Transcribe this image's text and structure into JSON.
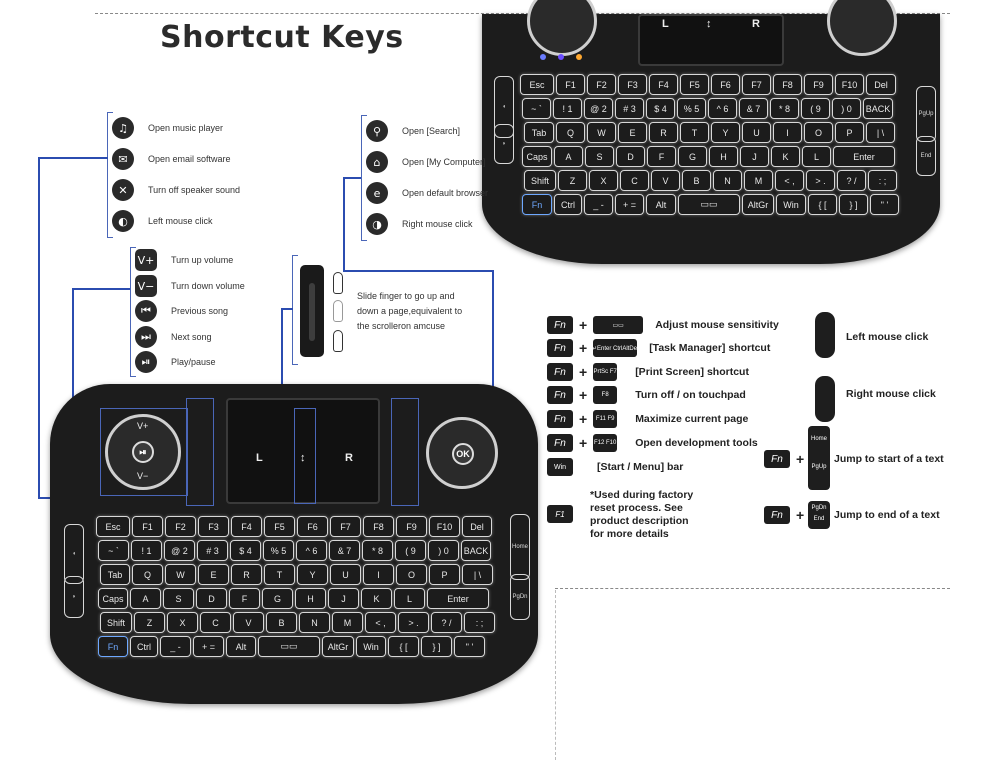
{
  "title": "Shortcut Keys",
  "media_keys": [
    {
      "icon": "music-icon",
      "glyph": "♫",
      "label": "Open music player"
    },
    {
      "icon": "mail-icon",
      "glyph": "✉",
      "label": "Open email software"
    },
    {
      "icon": "mute-icon",
      "glyph": "✕",
      "label": "Turn off speaker sound"
    },
    {
      "icon": "mouse-left-icon",
      "glyph": "◐",
      "label": "Left mouse click"
    }
  ],
  "system_keys": [
    {
      "icon": "search-icon",
      "glyph": "⚲",
      "label": "Open [Search]"
    },
    {
      "icon": "home-icon",
      "glyph": "⌂",
      "label": "Open [My Computer]"
    },
    {
      "icon": "browser-icon",
      "glyph": "e",
      "label": "Open default browser"
    },
    {
      "icon": "mouse-right-icon",
      "glyph": "◑",
      "label": "Right mouse click"
    }
  ],
  "volume_keys": [
    {
      "icon": "volume-up-icon",
      "glyph": "V+",
      "label": "Turn up volume"
    },
    {
      "icon": "volume-down-icon",
      "glyph": "V−",
      "label": "Turn down volume"
    },
    {
      "icon": "previous-icon",
      "glyph": "⏮",
      "label": "Previous song"
    },
    {
      "icon": "next-icon",
      "glyph": "⏭",
      "label": "Next song"
    },
    {
      "icon": "play-pause-icon",
      "glyph": "⏯",
      "label": "Play/pause"
    }
  ],
  "scroll": {
    "line1": "Slide finger to go up and",
    "line2": "down a page,equivalent to",
    "line3": "the scrolleron amcuse"
  },
  "touchpad": {
    "left": "L",
    "scroll": "↕",
    "right": "R"
  },
  "dpad": {
    "up": "V+",
    "down": "V−",
    "center": "OK"
  },
  "shortcuts": [
    {
      "key": "Fn",
      "combo": "▭▭",
      "label": "Adjust mouse sensitivity"
    },
    {
      "key": "Fn",
      "combo": "↵Enter CtrlAltDel",
      "label": "[Task Manager] shortcut"
    },
    {
      "key": "Fn",
      "combo": "PrtSc F7",
      "label": "[Print Screen] shortcut"
    },
    {
      "key": "Fn",
      "combo": "F8",
      "label": "Turn off / on touchpad"
    },
    {
      "key": "Fn",
      "combo": "F11 F9",
      "label": "Maximize current page"
    },
    {
      "key": "Fn",
      "combo": "F12 F10",
      "label": "Open development tools"
    }
  ],
  "win_key": {
    "key": "Win",
    "label": "[Start / Menu] bar"
  },
  "factory_note": {
    "key": "F1",
    "lines": [
      "*Used during factory",
      "reset process. See",
      "product description",
      "for more details"
    ]
  },
  "right_mouse": [
    {
      "label": "Left mouse click"
    },
    {
      "label": "Right mouse click"
    }
  ],
  "home_end": [
    {
      "key": "Fn",
      "label": "Jump to start of a text",
      "upper": "Home",
      "lower": "PgUp"
    },
    {
      "key": "Fn",
      "label": "Jump to end of a text",
      "upper": "PgDn",
      "lower": "End"
    }
  ],
  "keyboard": {
    "rows": [
      [
        "Esc",
        "F1",
        "F2",
        "F3",
        "F4",
        "F5",
        "F6",
        "F7",
        "F8",
        "F9",
        "F10",
        "Del"
      ],
      [
        "~ `",
        "! 1",
        "@ 2",
        "# 3",
        "$ 4",
        "% 5",
        "^ 6",
        "& 7",
        "* 8",
        "( 9",
        ") 0",
        "BACK"
      ],
      [
        "Tab",
        "Q",
        "W",
        "E",
        "R",
        "T",
        "Y",
        "U",
        "I",
        "O",
        "P",
        "| \\"
      ],
      [
        "Caps",
        "A",
        "S",
        "D",
        "F",
        "G",
        "H",
        "J",
        "K",
        "L",
        "Enter"
      ],
      [
        "Shift",
        "Z",
        "X",
        "C",
        "V",
        "B",
        "N",
        "M",
        "< ,",
        "> .",
        "? /",
        ": ;"
      ],
      [
        "Fn",
        "Ctrl",
        "_ -",
        "+ =",
        "Alt",
        "▭▭",
        "AltGr",
        "Win",
        "{ [",
        "} ]",
        "\" '"
      ]
    ],
    "side": [
      "Home",
      "PgUp",
      "PgDn",
      "End"
    ]
  }
}
